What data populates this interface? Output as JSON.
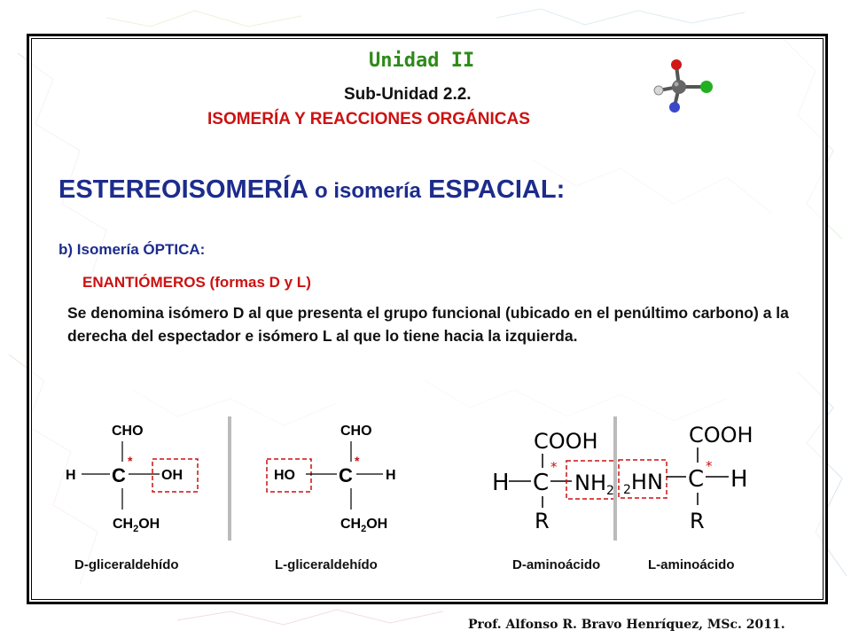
{
  "header": {
    "unit": "Unidad II",
    "subunit": "Sub-Unidad 2.2.",
    "topic": "ISOMERÍA Y REACCIONES ORGÁNICAS"
  },
  "main": {
    "heading_part1": "ESTEREOISOMERÍA",
    "heading_part2": "o isomería",
    "heading_part3": "ESPACIAL:",
    "section": "b) Isomería ÓPTICA:",
    "subsection": "ENANTIÓMEROS (formas D y L)",
    "definition": "Se denomina isómero D al que presenta el grupo funcional (ubicado en el penúltimo carbono) a la derecha del espectador e isómero L al que lo tiene hacia la izquierda."
  },
  "structures": {
    "d_glyceraldehyde": {
      "top": "CHO",
      "left": "H",
      "center": "C",
      "right": "OH",
      "bottom": "CH",
      "bottom_sub": "2",
      "bottom_tail": "OH",
      "star": "*"
    },
    "l_glyceraldehyde": {
      "top": "CHO",
      "left": "HO",
      "center": "C",
      "right": "H",
      "bottom": "CH",
      "bottom_sub": "2",
      "bottom_tail": "OH",
      "star": "*"
    },
    "d_aminoacid": {
      "top": "COOH",
      "left": "H",
      "center": "C",
      "right": "NH",
      "right_sub": "2",
      "bottom": "R",
      "star": "*"
    },
    "l_aminoacid": {
      "top": "COOH",
      "left": "HN",
      "left_sub": "2",
      "center": "C",
      "right": "H",
      "bottom": "R",
      "star": "*"
    }
  },
  "captions": {
    "d_glyceraldehyde": "D-gliceraldehído",
    "l_glyceraldehyde": "L-gliceraldehído",
    "d_aminoacid": "D-aminoácido",
    "l_aminoacid": "L-aminoácido"
  },
  "footer": "Prof. Alfonso R. Bravo Henríquez, MSc. 2011.",
  "colors": {
    "unit_green": "#2e8b1a",
    "title_red": "#cc1111",
    "heading_blue": "#1d2c8c",
    "dashed_box_red": "#cc1111"
  },
  "icons": {
    "molecule_model": "ball-and-stick-molecule-icon"
  }
}
